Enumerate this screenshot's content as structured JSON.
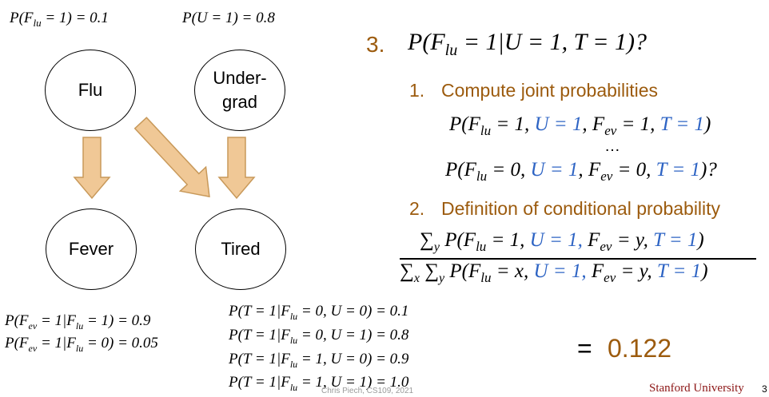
{
  "priors": {
    "flu": "P(F_lu = 1) = 0.1",
    "undergrad": "P(U = 1) = 0.8"
  },
  "nodes": {
    "flu": "Flu",
    "undergrad_line1": "Under-",
    "undergrad_line2": "grad",
    "fever": "Fever",
    "tired": "Tired"
  },
  "cpt_fever": [
    "P(F_ev = 1|F_lu = 1) = 0.9",
    "P(F_ev = 1|F_lu = 0) = 0.05"
  ],
  "cpt_tired": [
    "P(T = 1|F_lu = 0, U = 0) = 0.1",
    "P(T = 1|F_lu = 0, U = 1) = 0.8",
    "P(T = 1|F_lu = 1, U = 0) = 0.9",
    "P(T = 1|F_lu = 1, U = 1) = 1.0"
  ],
  "question": {
    "number": "3.",
    "text": "P(F_lu = 1|U = 1, T = 1)?"
  },
  "steps": [
    {
      "number": "1.",
      "text": "Compute joint probabilities"
    },
    {
      "number": "2.",
      "text": "Definition of conditional probability"
    }
  ],
  "joint": {
    "first": "P(F_lu = 1, U = 1, F_ev = 1, T = 1)",
    "ellipsis": "…",
    "last": "P(F_lu = 0, U = 1, F_ev = 0, T = 1)?"
  },
  "fraction": {
    "numerator": "Σ_y P(F_lu = 1, U = 1, F_ev = y, T = 1)",
    "denominator": "Σ_x Σ_y P(F_lu = x, U = 1, F_ev = y, T = 1)"
  },
  "result": {
    "equals": "=",
    "value": "0.122"
  },
  "footer": {
    "credit": "Chris Piech, CS109, 2021",
    "university": "Stanford University",
    "page": "3"
  },
  "colors": {
    "accent_brown": "#9C5B0E",
    "accent_blue": "#2E64C4",
    "arrow_fill": "#F0C896",
    "arrow_stroke": "#C8995A"
  }
}
